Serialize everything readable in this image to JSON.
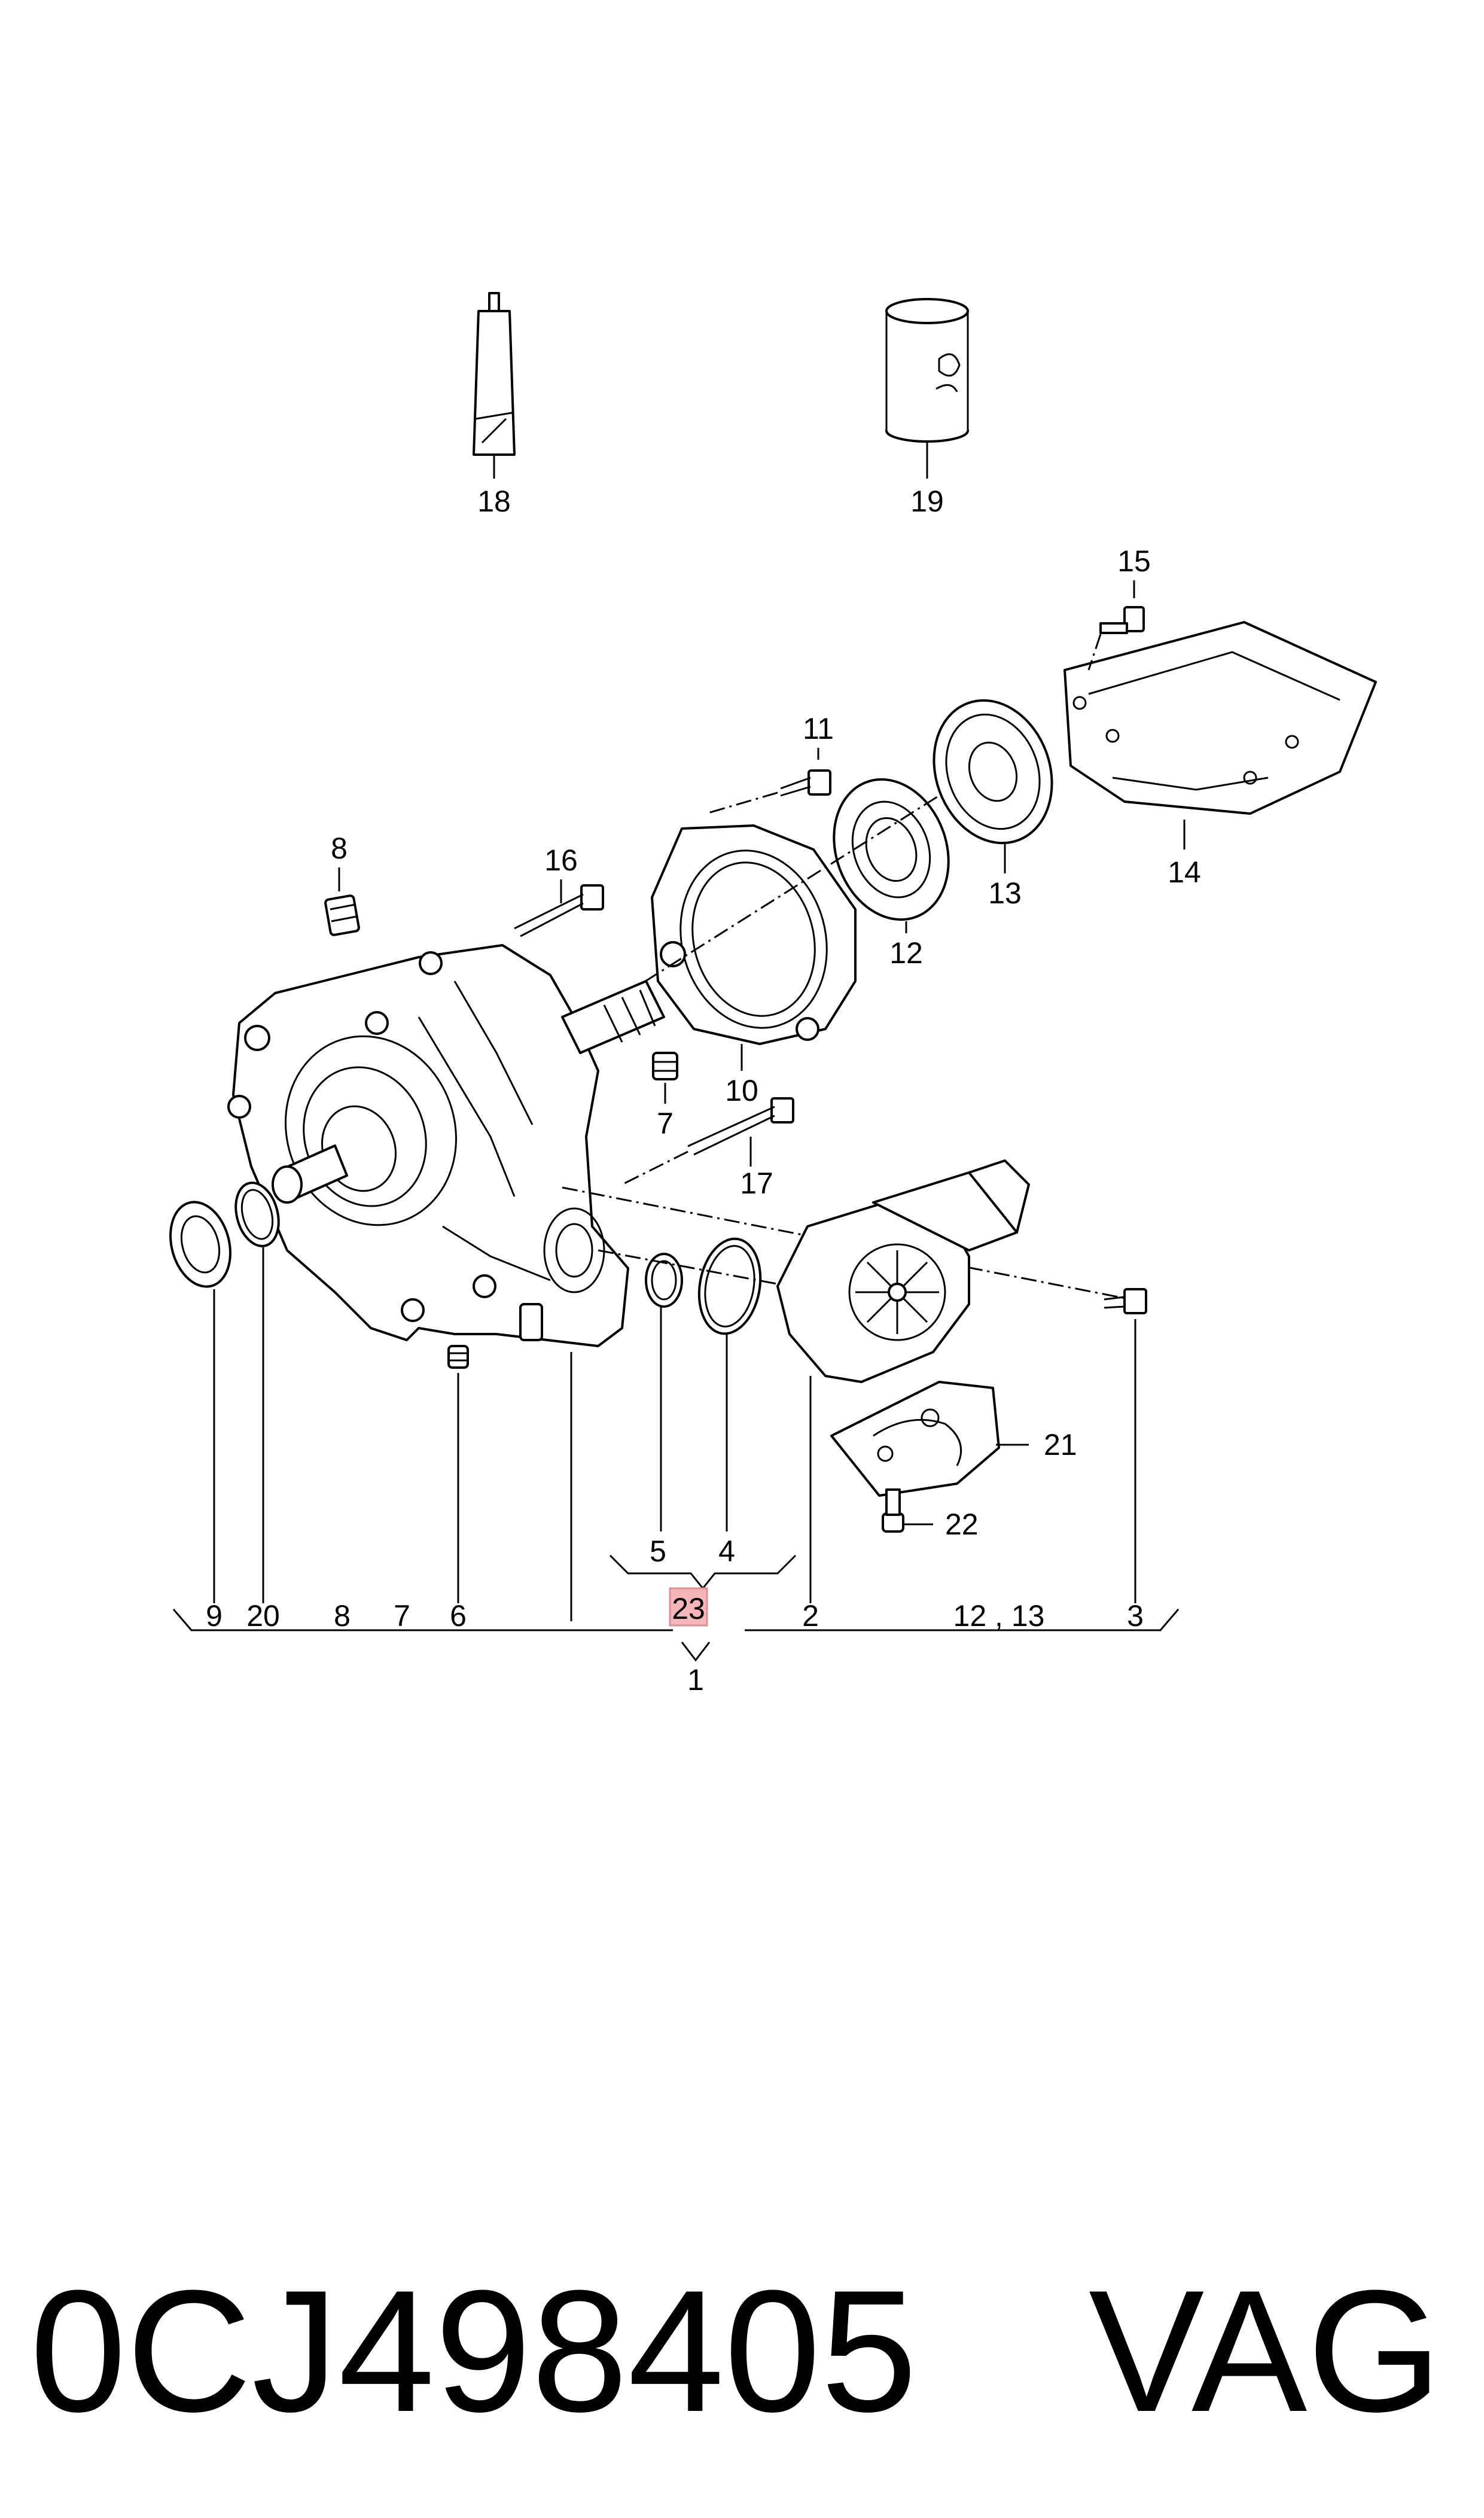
{
  "callouts": {
    "c1": "1",
    "c2": "2",
    "c3": "3",
    "c4": "4",
    "c5": "5",
    "c6": "6",
    "c7": "7",
    "c8": "8",
    "c9": "9",
    "c10": "10",
    "c11": "11",
    "c12": "12",
    "c13": "13",
    "c14": "14",
    "c15": "15",
    "c16": "16",
    "c17": "17",
    "c18": "18",
    "c19": "19",
    "c20": "20",
    "c21": "21",
    "c22": "22",
    "c23": "23"
  },
  "kit_row": {
    "r9": "9",
    "r20": "20",
    "r8": "8",
    "r7": "7",
    "r6": "6",
    "r2": "2",
    "r1213": "12 , 13",
    "r3": "3",
    "r5": "5",
    "r4": "4"
  },
  "highlight": {
    "label": "23",
    "color": "#f4b6bb"
  },
  "footer": {
    "part_number": "0CJ498405",
    "brand": "VAG"
  }
}
